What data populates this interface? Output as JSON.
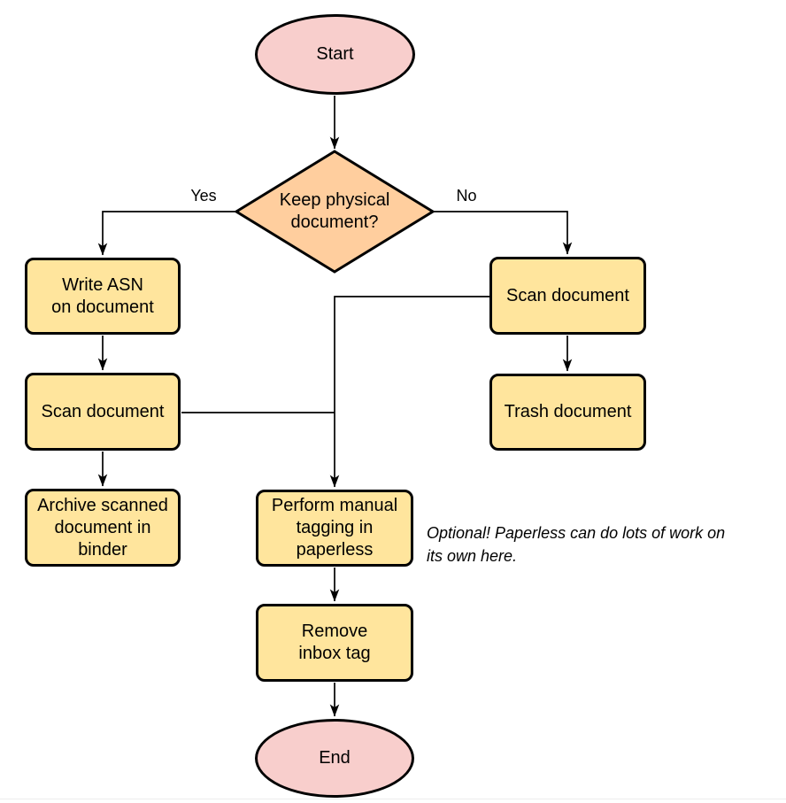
{
  "diagram": {
    "nodes": {
      "start": {
        "label": "Start"
      },
      "decision": {
        "lines": [
          "Keep physical",
          "document?"
        ]
      },
      "write_asn": {
        "lines": [
          "Write ASN",
          "on document"
        ]
      },
      "scan_left": {
        "label": "Scan document"
      },
      "archive": {
        "lines": [
          "Archive scanned",
          "document in",
          "binder"
        ]
      },
      "scan_right": {
        "label": "Scan document"
      },
      "trash": {
        "label": "Trash document"
      },
      "tagging": {
        "lines": [
          "Perform manual",
          "tagging in",
          "paperless"
        ]
      },
      "remove": {
        "lines": [
          "Remove",
          "inbox tag"
        ]
      },
      "end": {
        "label": "End"
      }
    },
    "edge_labels": {
      "yes": "Yes",
      "no": "No"
    },
    "annotation": {
      "lines": [
        "Optional! Paperless can do lots of work on",
        "its own here."
      ]
    },
    "colors": {
      "terminator_fill": "#f8cecc",
      "decision_fill": "#ffce9e",
      "process_fill": "#ffe59d",
      "stroke": "#000000"
    }
  }
}
